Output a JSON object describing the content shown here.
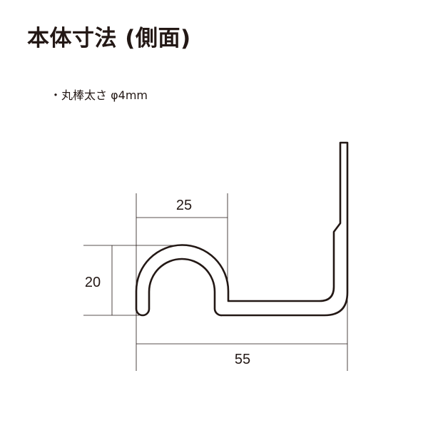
{
  "title": "本体寸法 (側面)",
  "note": "・丸棒太さ φ4mm",
  "dimensions": {
    "width_top": "25",
    "height": "20",
    "total_width": "55"
  }
}
